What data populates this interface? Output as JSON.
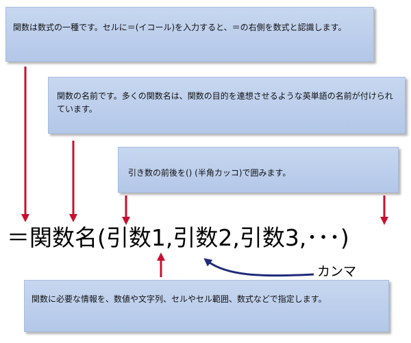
{
  "callouts": {
    "box1": "関数は数式の一種です。セルに＝(イコール)を入力すると、＝の右側を数式と認識します。",
    "box2": "関数の名前です。多くの関数名は、関数の目的を連想させるような英単語の名前が付けられています。",
    "box3": "引き数の前後を() (半角カッコ)で囲みます。",
    "box4": "関数に必要な情報を、数値や文字列、セルやセル範囲、数式などで指定します。"
  },
  "formula": "＝関数名(引数1,引数2,引数3,･･･)",
  "comma_label": "カンマ",
  "colors": {
    "red_arrow": "#c8102e",
    "blue_arrow": "#1f2a7a",
    "callout_fill": "#bccde9"
  }
}
